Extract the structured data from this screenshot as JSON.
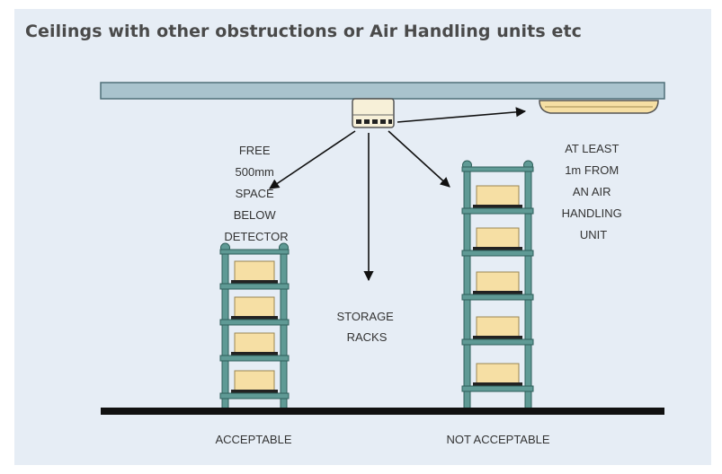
{
  "title": "Ceilings with other obstructions or Air Handling units etc",
  "labels": {
    "free_space": [
      "FREE",
      "500mm",
      "SPACE",
      "BELOW",
      "DETECTOR"
    ],
    "air_handling": [
      "AT LEAST",
      "1m FROM",
      "AN AIR",
      "HANDLING",
      "UNIT"
    ],
    "storage_racks": [
      "STORAGE",
      "RACKS"
    ],
    "acceptable": "ACCEPTABLE",
    "not_acceptable": "NOT ACCEPTABLE"
  },
  "colors": {
    "background": "#e6edf5",
    "ceiling": "#a9c3cd",
    "rack": "#5f9a95",
    "box": "#f6dfa4",
    "floor": "#111111"
  }
}
